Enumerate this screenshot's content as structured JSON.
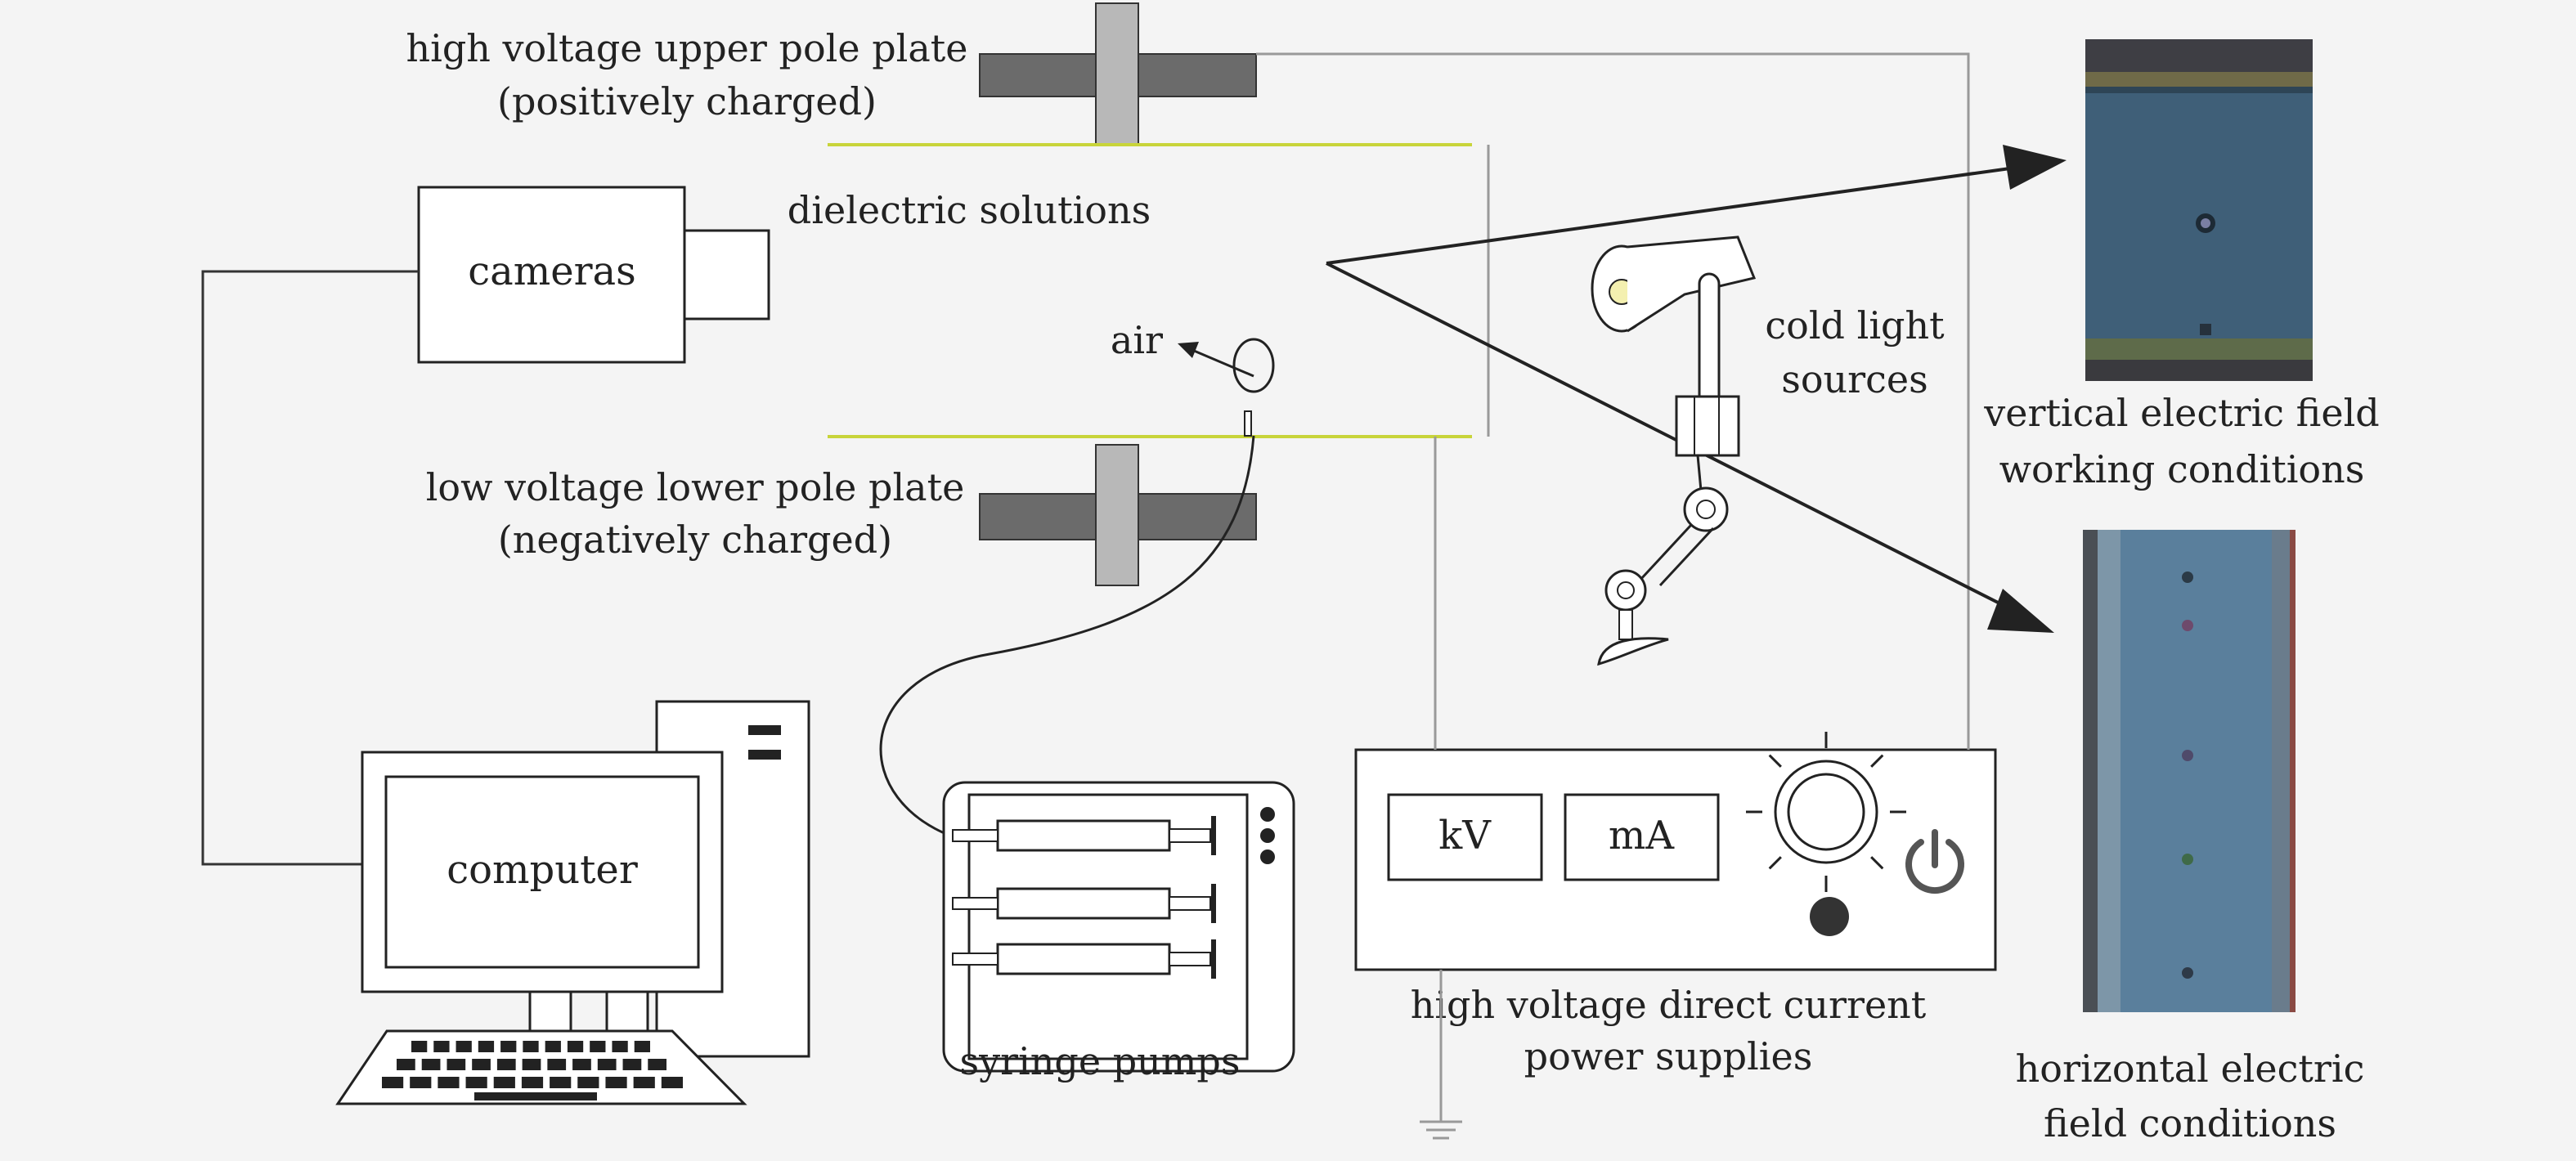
{
  "labels": {
    "upper_plate": [
      "high voltage upper pole plate",
      "(positively charged)"
    ],
    "lower_plate": [
      "low voltage lower pole plate",
      "(negatively charged)"
    ],
    "dielectric": "dielectric solutions",
    "air": "air",
    "cameras": "cameras",
    "computer": "computer",
    "syringe_pumps": "syringe pumps",
    "cold_light": [
      "cold light",
      "sources"
    ],
    "power_supply": [
      "high voltage direct current",
      "power supplies"
    ],
    "vertical": [
      "vertical electric field",
      "working conditions"
    ],
    "horizontal": [
      "horizontal electric",
      "field conditions"
    ]
  },
  "power_panel": {
    "kv": "kV",
    "ma": "mA"
  },
  "icons": {
    "power": "power-icon",
    "knob": "adjustment-knob-icon",
    "ground": "ground-icon",
    "keyboard": "keyboard-icon"
  },
  "colors": {
    "plate_dark": "#6b6b6b",
    "plate_light": "#b8b8b8",
    "electrode_line": "#c8d43a",
    "photo_vertical_bg": "#3f5f78",
    "photo_horizontal_bg": "#5a7f9c",
    "wire": "#888888"
  }
}
